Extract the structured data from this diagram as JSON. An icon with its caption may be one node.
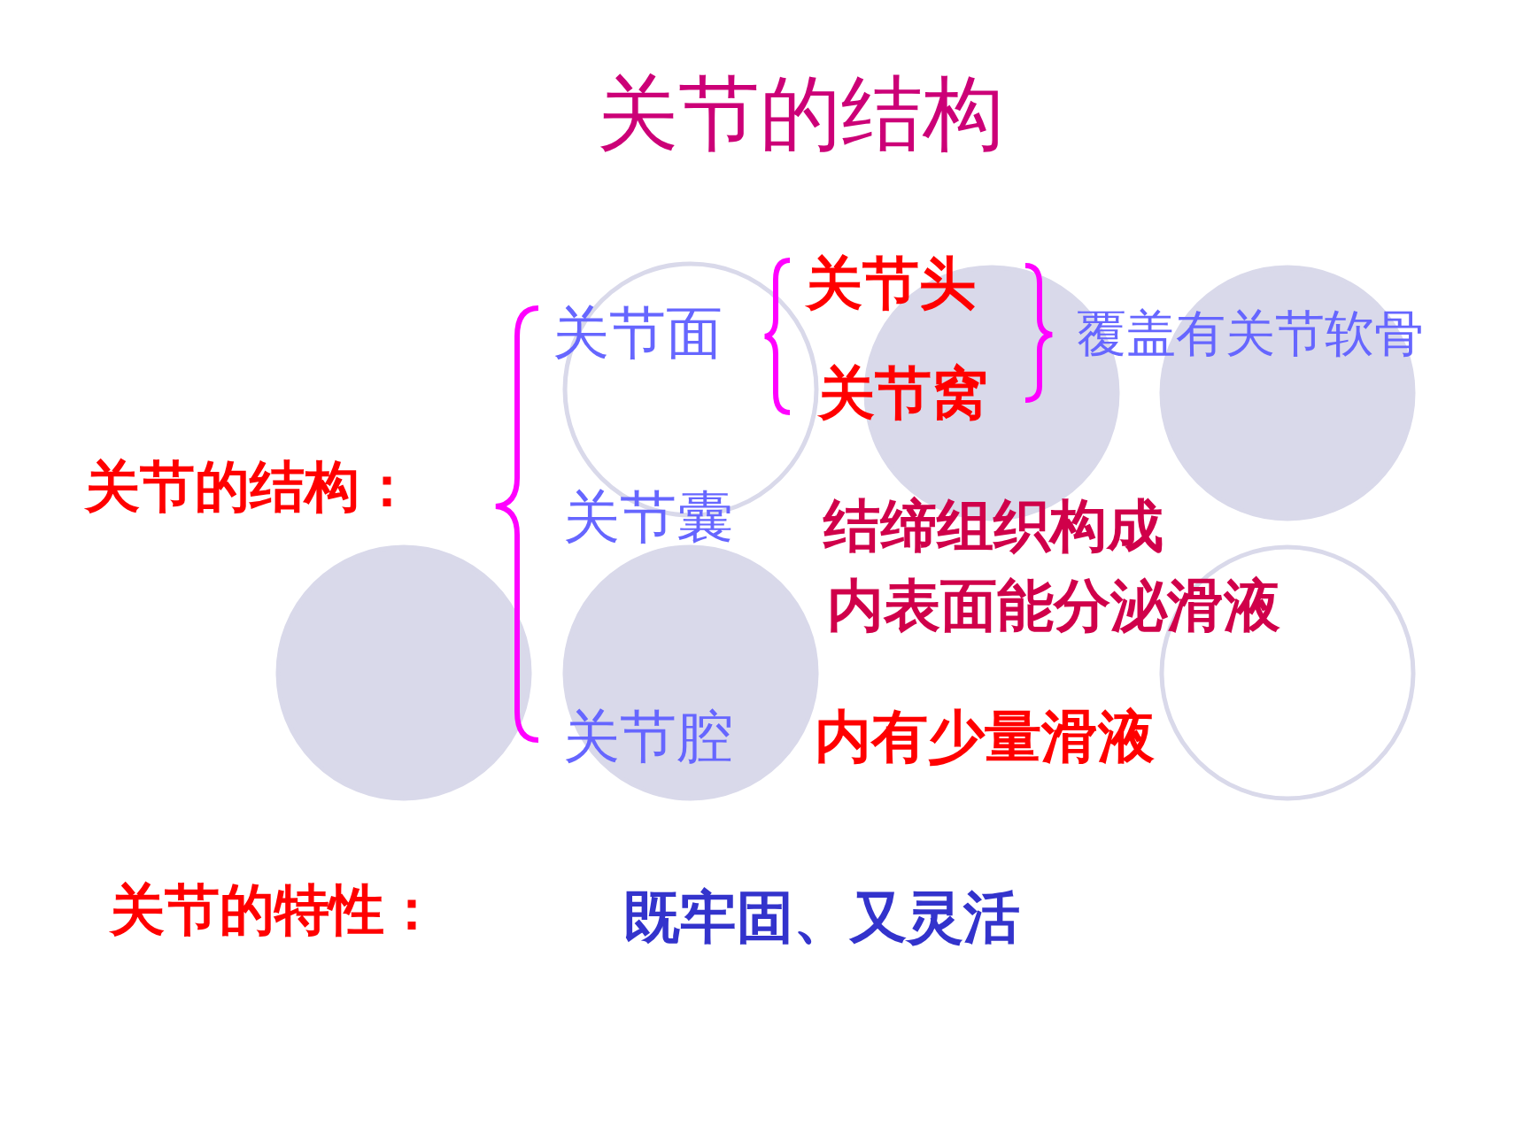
{
  "diagram": {
    "title": "关节的结构",
    "labels": [
      "关节的结构：",
      "关节面",
      "关节头",
      "关节窝",
      "覆盖有关节软骨",
      "关节囊",
      "结缔组织构成",
      "内表面能分泌滑液",
      "关节腔",
      "内有少量滑液",
      "关节的特性：",
      "既牢固、又灵活"
    ]
  }
}
